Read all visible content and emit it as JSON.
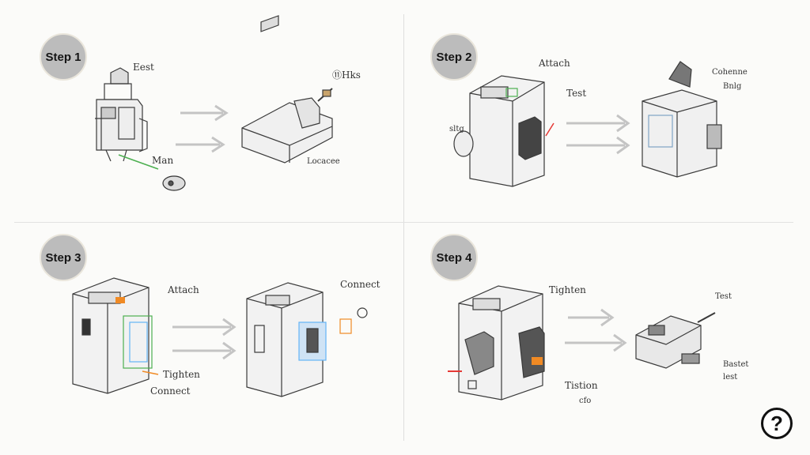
{
  "steps": [
    {
      "badge": "Step 1",
      "labels": {
        "a": "Eest",
        "b": "Man",
        "c": "⑪Hks",
        "d": "Locacee"
      }
    },
    {
      "badge": "Step 2",
      "labels": {
        "a": "Attach",
        "b": "Test",
        "c": "Cohenne",
        "d": "Bnlg",
        "e": "sltg"
      }
    },
    {
      "badge": "Step 3",
      "labels": {
        "a": "Attach",
        "b": "Tighten",
        "c": "Connect",
        "d": "Connect"
      }
    },
    {
      "badge": "Step 4",
      "labels": {
        "a": "Tighten",
        "b": "Tistion",
        "c": "cfo",
        "d": "Test",
        "e": "Bastet",
        "f": "lest"
      }
    }
  ],
  "help_glyph": "?",
  "colors": {
    "badge": "#bcbcbc",
    "accent_green": "#4caf50",
    "accent_orange": "#f08a24",
    "accent_red": "#e53935",
    "accent_blue": "#64b5f6"
  }
}
